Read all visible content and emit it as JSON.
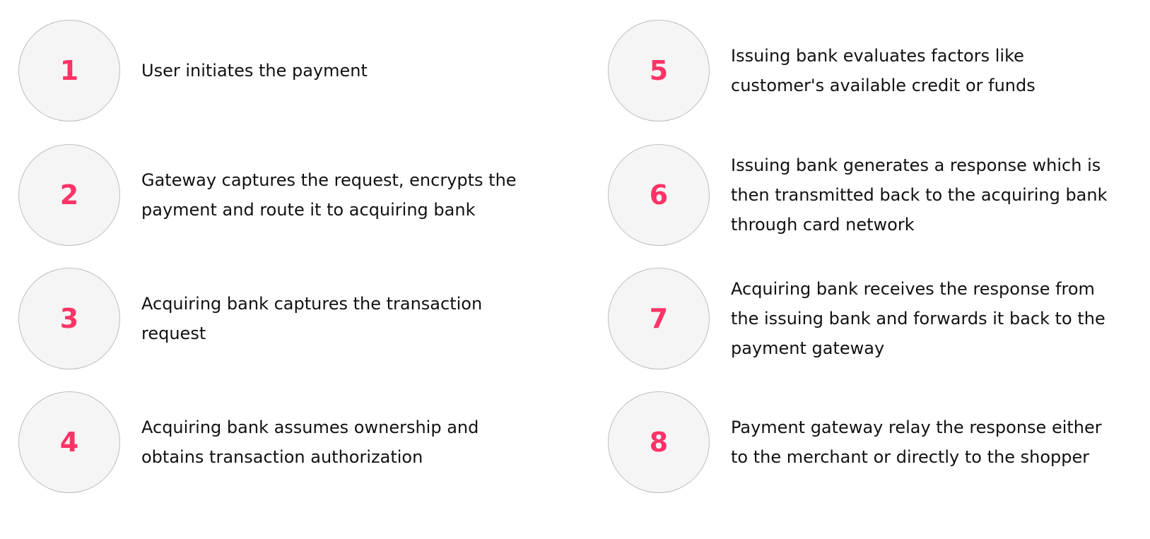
{
  "accent_color": "#ff3366",
  "steps": [
    {
      "number": "1",
      "text": "User initiates the payment"
    },
    {
      "number": "2",
      "text": "Gateway captures the request, encrypts the payment and route it to acquiring bank"
    },
    {
      "number": "3",
      "text": "Acquiring bank captures the transaction request"
    },
    {
      "number": "4",
      "text": "Acquiring bank assumes ownership and obtains transaction authorization"
    },
    {
      "number": "5",
      "text": "Issuing bank evaluates factors like customer's available credit or funds"
    },
    {
      "number": "6",
      "text": "Issuing bank generates a response which is then transmitted back to the acquiring bank through card network"
    },
    {
      "number": "7",
      "text": "Acquiring bank receives the response from the issuing bank and forwards it back to the payment gateway"
    },
    {
      "number": "8",
      "text": "Payment gateway relay the response either to the merchant or directly to the shopper"
    }
  ]
}
